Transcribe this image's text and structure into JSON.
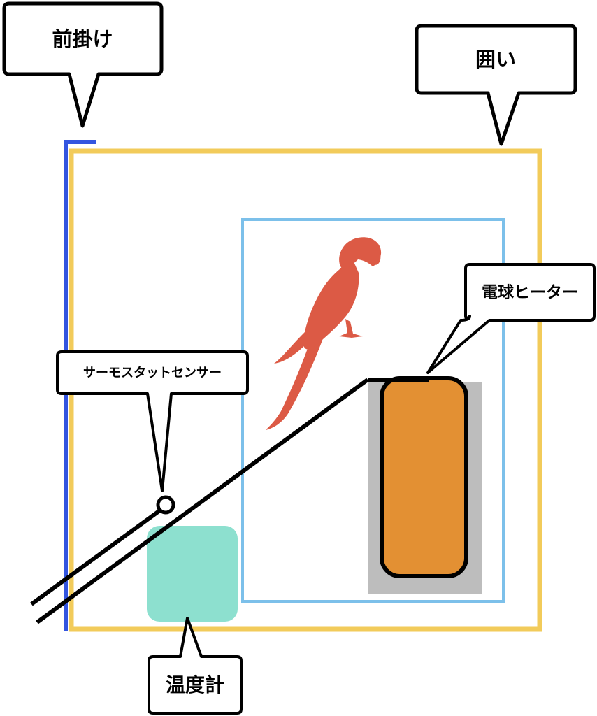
{
  "labels": {
    "front_cover": "前掛け",
    "enclosure": "囲い",
    "bulb_heater": "電球ヒーター",
    "thermostat_sensor": "サーモスタットセンサー",
    "thermometer": "温度計"
  },
  "colors": {
    "enclosure_border": "#F2CB5A",
    "front_cover": "#3355E0",
    "cage_border": "#7CC0EA",
    "bird": "#DC5A45",
    "heater_fill": "#E39033",
    "heater_shadow": "#BDBDBD",
    "thermometer": "#8DE0CF",
    "wire": "#000000"
  },
  "icons": {
    "bird": "parrot-silhouette-icon",
    "sensor": "thermostat-sensor-ring-icon"
  }
}
